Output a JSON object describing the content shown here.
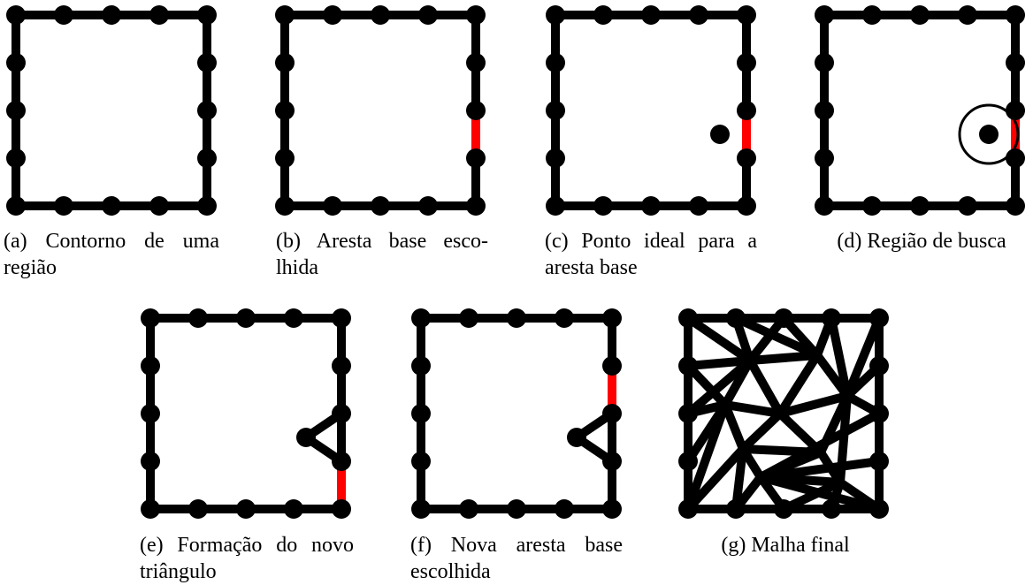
{
  "colors": {
    "stroke": "#000000",
    "highlight": "#ff0000",
    "background": "#ffffff"
  },
  "panels": [
    {
      "id": "a",
      "caption": "(a) Contorno de uma região"
    },
    {
      "id": "b",
      "caption": "(b) Aresta base esco-lhida"
    },
    {
      "id": "c",
      "caption": "(c) Ponto ideal para a aresta base"
    },
    {
      "id": "d",
      "caption": "(d) Região de busca"
    },
    {
      "id": "e",
      "caption": "(e) Formação do novo triângulo"
    },
    {
      "id": "f",
      "caption": "(f) Nova aresta base escolhida"
    },
    {
      "id": "g",
      "caption": "(g) Malha final"
    }
  ]
}
